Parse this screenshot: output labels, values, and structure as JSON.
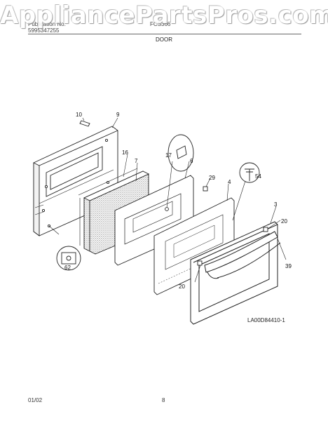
{
  "watermark": "AppliancePartsPros.com",
  "header": {
    "publication_label": "Publication No.",
    "publication_no": "5995347255",
    "model": "FCS366",
    "section": "DOOR"
  },
  "callouts": {
    "c10": "10",
    "c9": "9",
    "c16": "16",
    "c7": "7",
    "c17": "17",
    "c6": "6",
    "c29": "29",
    "c4": "4",
    "c54": "54",
    "c3": "3",
    "c20a": "20",
    "c20b": "20",
    "c39": "39",
    "c62": "62"
  },
  "drawing_id": "LA00D84410-1",
  "footer": {
    "date": "01/02",
    "page": "8"
  },
  "colors": {
    "line": "#222222",
    "insulation": "#9a9a9a",
    "watermark": "#ffffff"
  }
}
